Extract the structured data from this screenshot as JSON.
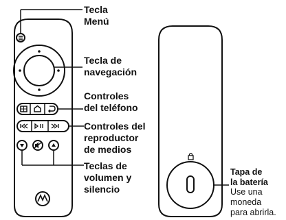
{
  "labels": {
    "menu_key": "Tecla\nMenú",
    "nav_key": "Tecla de\nnavegación",
    "phone_controls": "Controles\ndel teléfono",
    "media_controls": "Controles del\nreproductor\nde medios",
    "volume_mute_keys": "Teclas de\nvolumen y\nsilencio",
    "battery_cover_title": "Tapa de\nla batería",
    "battery_cover_desc": "Use una\nmoneda\npara abrirla."
  },
  "colors": {
    "stroke": "#111111",
    "background": "#ffffff"
  },
  "icons": [
    "menu-icon",
    "home-icon",
    "back-icon",
    "grid-icon",
    "previous-track-icon",
    "play-pause-icon",
    "next-track-icon",
    "volume-down-icon",
    "mute-icon",
    "volume-up-icon",
    "motorola-logo-icon",
    "lock-icon"
  ]
}
